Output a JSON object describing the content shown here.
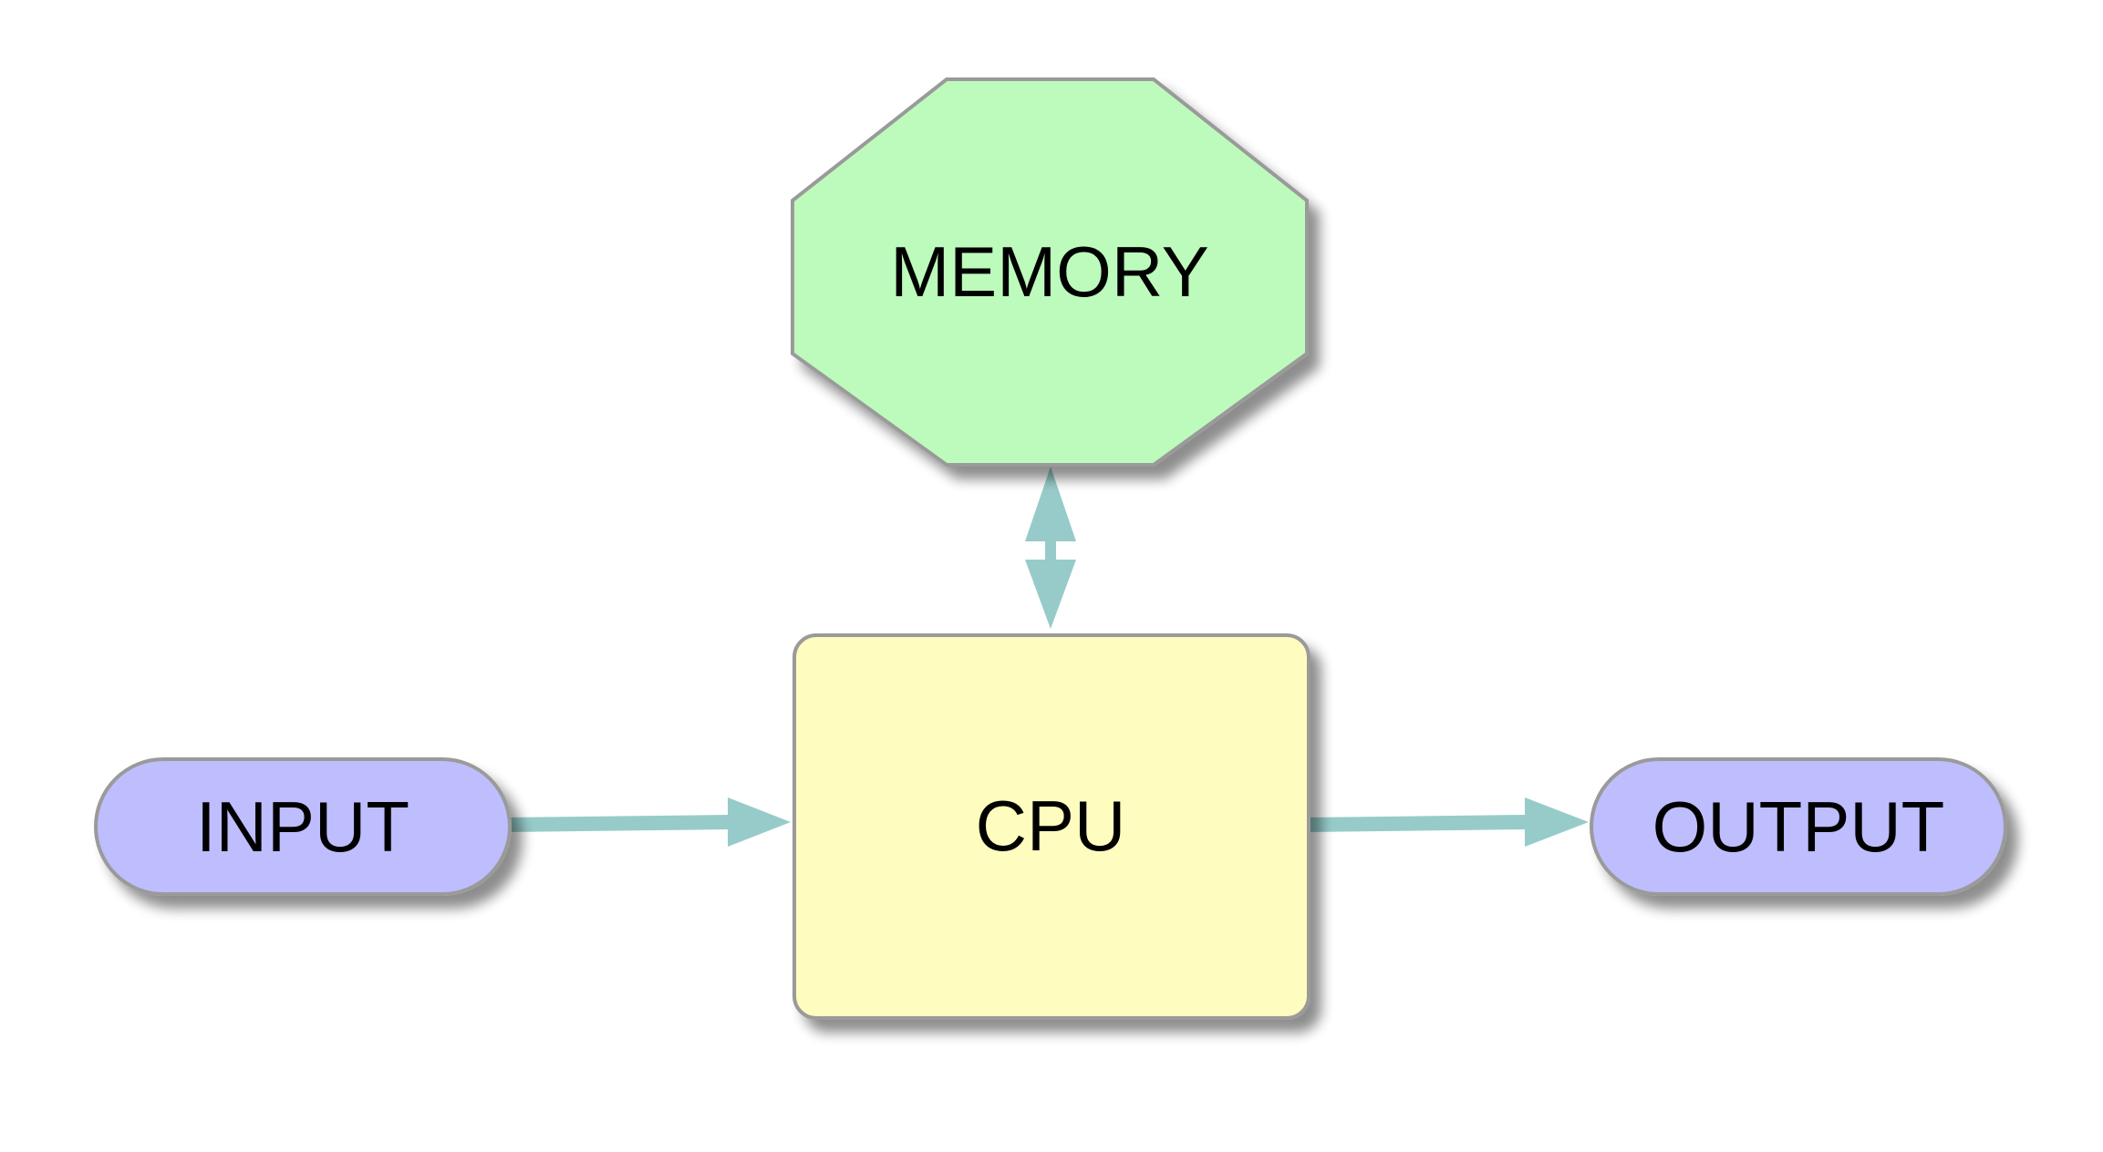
{
  "nodes": {
    "memory": {
      "label": "MEMORY"
    },
    "cpu": {
      "label": "CPU"
    },
    "input": {
      "label": "INPUT"
    },
    "output": {
      "label": "OUTPUT"
    }
  },
  "edges": [
    {
      "from": "input",
      "to": "cpu",
      "direction": "forward"
    },
    {
      "from": "cpu",
      "to": "output",
      "direction": "forward"
    },
    {
      "from": "memory",
      "to": "cpu",
      "direction": "both"
    }
  ],
  "colors": {
    "memory_fill": "#bdfbbd",
    "cpu_fill": "#fefcbe",
    "io_fill": "#bebdfd",
    "node_stroke": "#9a9a9a",
    "edge": "#97cbc9",
    "shadow": "#8a8a8a",
    "text": "#000000"
  }
}
